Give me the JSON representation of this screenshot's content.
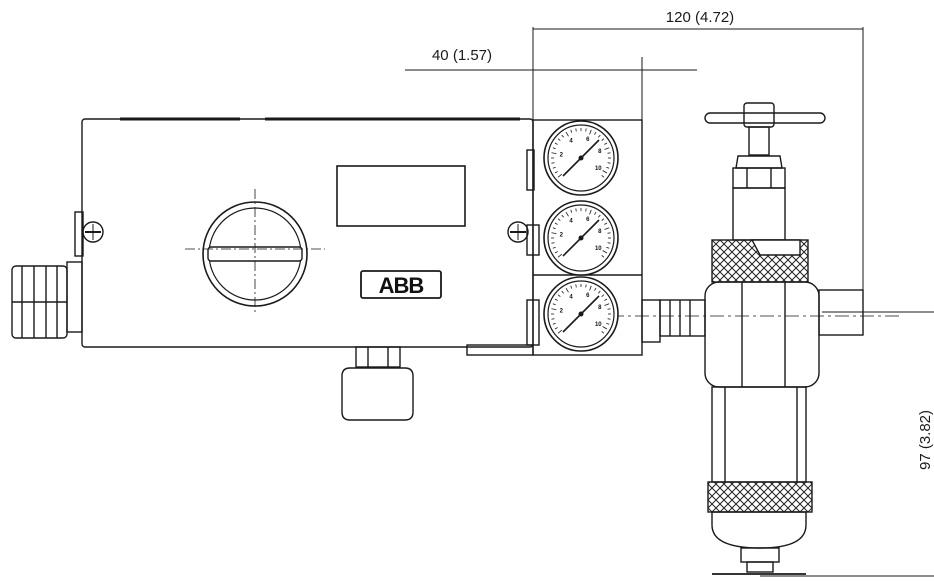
{
  "dimensions": {
    "overall_width": "120 (4.72)",
    "gauge_block_width": "40 (1.57)",
    "filter_height": "97 (3.82)"
  },
  "brand": {
    "logo_text": "ABB"
  },
  "gauges": [
    {
      "scale": [
        "2",
        "4",
        "6",
        "8",
        "10"
      ]
    },
    {
      "scale": [
        "2",
        "4",
        "6",
        "8",
        "10"
      ]
    },
    {
      "scale": [
        "2",
        "4",
        "6",
        "8",
        "10"
      ]
    }
  ]
}
